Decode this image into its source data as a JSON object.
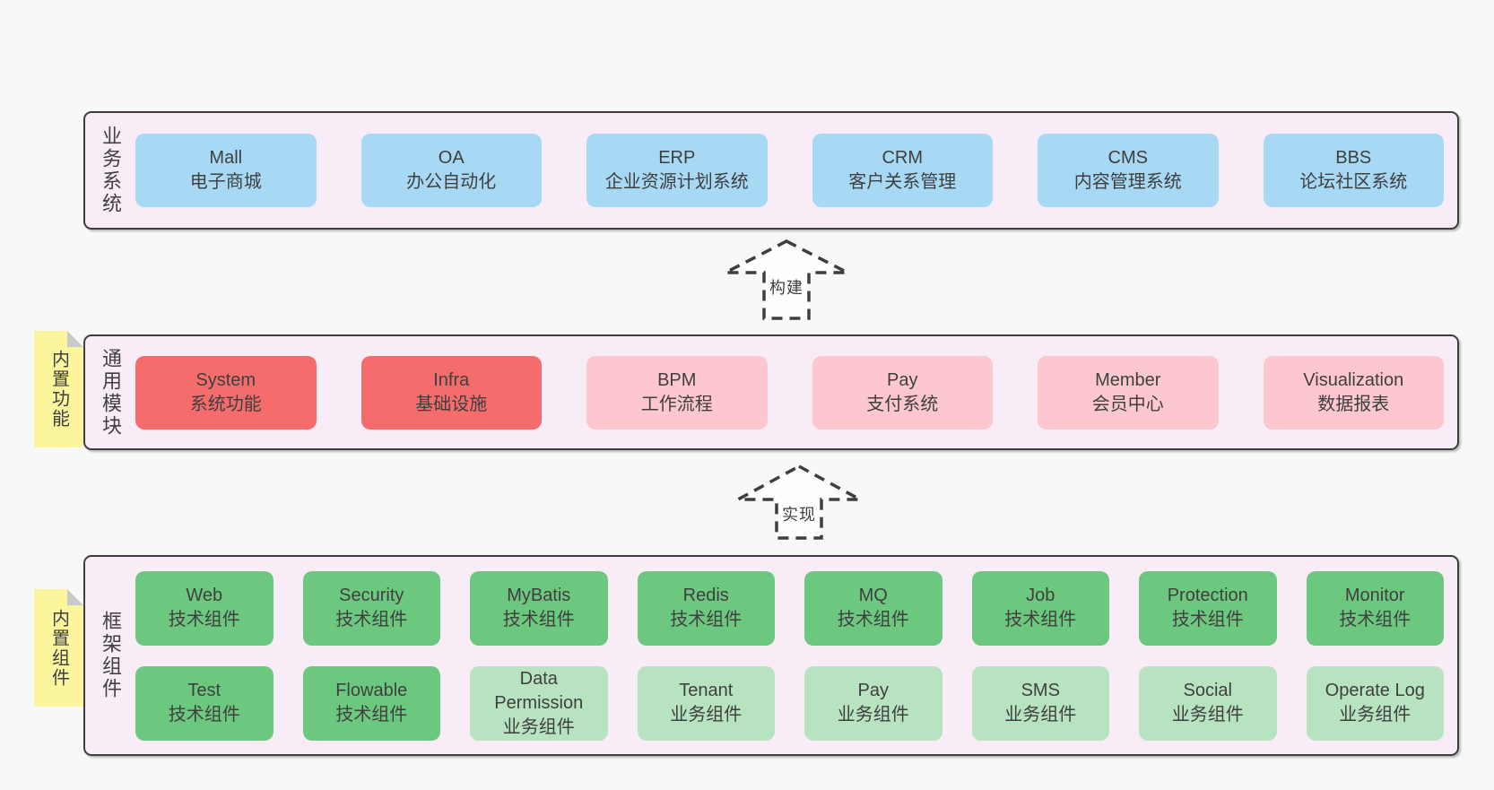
{
  "palette": {
    "page_bg": "#f8f8f8",
    "panel_bg": "#f8edf6",
    "panel_border": "#3e3e3e",
    "blue": "#a7d9f5",
    "red": "#f56c6c",
    "pink": "#fcc7ce",
    "green": "#6cc87f",
    "light_green": "#b8e3c1",
    "sticky_yellow": "#fbf69e",
    "sticky_fold": "#c9c9c9",
    "text": "#3f3f3f"
  },
  "business": {
    "label": "业务系统",
    "boxes": [
      {
        "name": "Mall",
        "desc": "电子商城"
      },
      {
        "name": "OA",
        "desc": "办公自动化"
      },
      {
        "name": "ERP",
        "desc": "企业资源计划系统"
      },
      {
        "name": "CRM",
        "desc": "客户关系管理"
      },
      {
        "name": "CMS",
        "desc": "内容管理系统"
      },
      {
        "name": "BBS",
        "desc": "论坛社区系统"
      }
    ]
  },
  "arrows": {
    "build": {
      "label": "构建"
    },
    "implement": {
      "label": "实现"
    }
  },
  "modules": {
    "sticky": "内置功能",
    "label": "通用模块",
    "boxes": [
      {
        "name": "System",
        "desc": "系统功能"
      },
      {
        "name": "Infra",
        "desc": "基础设施"
      },
      {
        "name": "BPM",
        "desc": "工作流程"
      },
      {
        "name": "Pay",
        "desc": "支付系统"
      },
      {
        "name": "Member",
        "desc": "会员中心"
      },
      {
        "name": "Visualization",
        "desc": "数据报表"
      }
    ]
  },
  "components": {
    "sticky": "内置组件",
    "label": "框架组件",
    "row1": [
      {
        "name": "Web",
        "desc": "技术组件"
      },
      {
        "name": "Security",
        "desc": "技术组件"
      },
      {
        "name": "MyBatis",
        "desc": "技术组件"
      },
      {
        "name": "Redis",
        "desc": "技术组件"
      },
      {
        "name": "MQ",
        "desc": "技术组件"
      },
      {
        "name": "Job",
        "desc": "技术组件"
      },
      {
        "name": "Protection",
        "desc": "技术组件"
      },
      {
        "name": "Monitor",
        "desc": "技术组件"
      }
    ],
    "row2": [
      {
        "name": "Test",
        "desc": "技术组件"
      },
      {
        "name": "Flowable",
        "desc": "技术组件"
      },
      {
        "name": "Data Permission",
        "desc": "业务组件"
      },
      {
        "name": "Tenant",
        "desc": "业务组件"
      },
      {
        "name": "Pay",
        "desc": "业务组件"
      },
      {
        "name": "SMS",
        "desc": "业务组件"
      },
      {
        "name": "Social",
        "desc": "业务组件"
      },
      {
        "name": "Operate Log",
        "desc": "业务组件"
      }
    ]
  }
}
